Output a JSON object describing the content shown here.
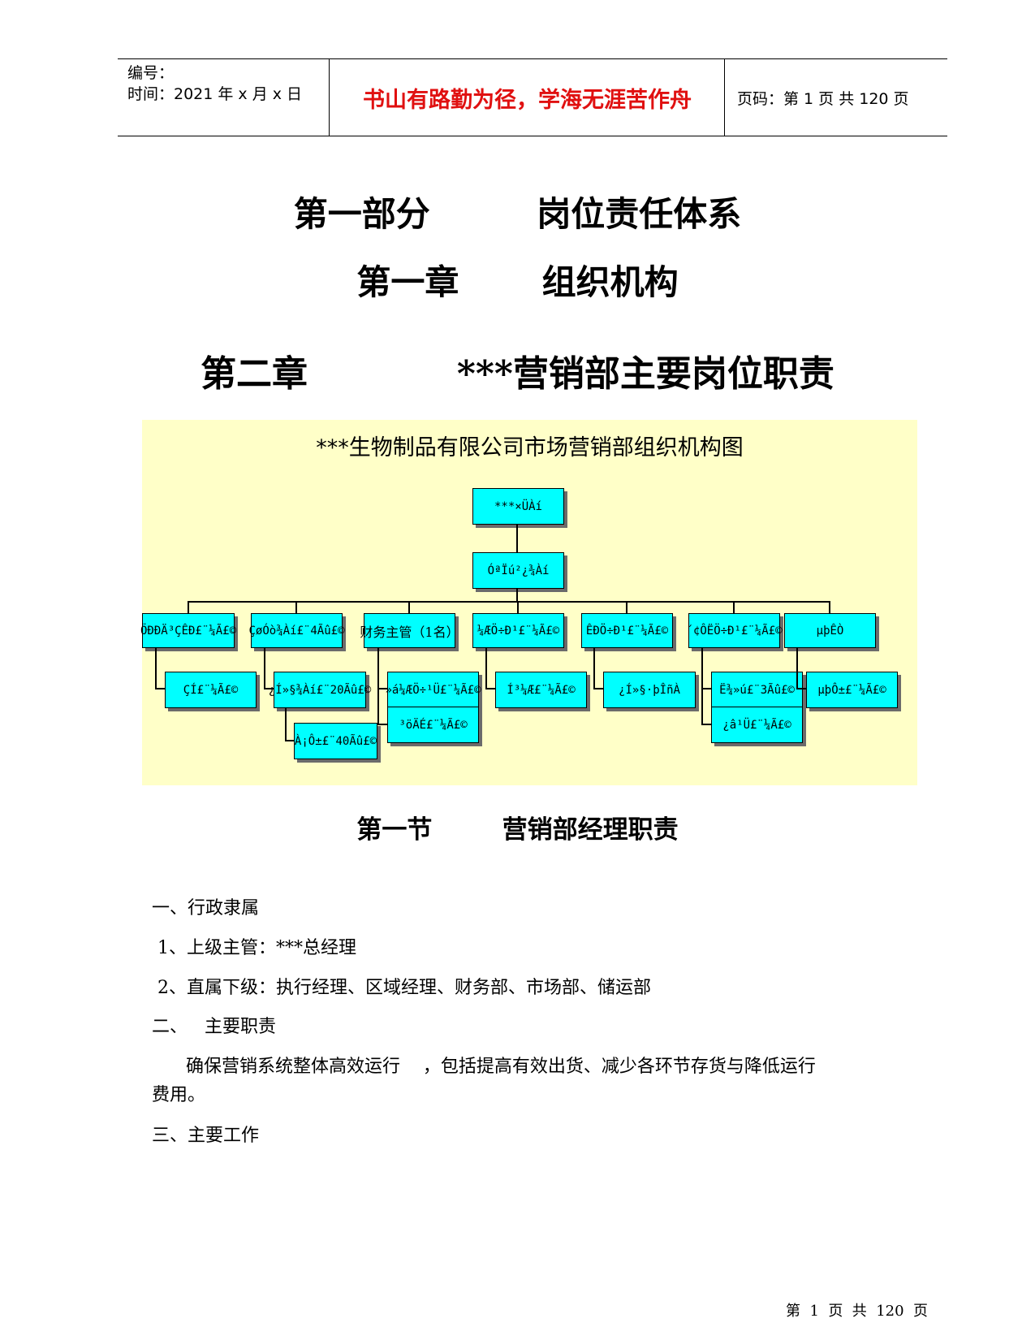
{
  "header": {
    "serial_label": "编号：",
    "time_label": "时间：2021 年 x 月 x 日",
    "motto": "书山有路勤为径，学海无涯苦作舟",
    "page_info": "页码：第 1 页  共 120 页"
  },
  "titles": {
    "part": "第一部分         岗位责任体系",
    "chapter1": "第一章       组织机构",
    "chapter2": "第二章            ***营销部主要岗位职责"
  },
  "org_chart": {
    "title": "***生物制品有限公司市场营销部组织机构图",
    "top_box": "***×ÜÀí",
    "second_box": "ÓªÏú²¿¾­Àí",
    "departments": [
      {
        "label": "ÖÐÐÄ³ÇÊÐ£¨¼Ã£©",
        "children": [
          "ÇÍ£¨¼Ã£©"
        ]
      },
      {
        "label": "ÇøÓò¾­Àí£¨4Ãû£©",
        "children": [
          "¿Í»§¾­Àí£¨20Ãû£©",
          "À¡Ô±£¨40Ãû£©"
        ]
      },
      {
        "label": "财务主管（1名）",
        "children": [
          "»á¼ÆÖ÷¹Ü£¨¼Ã£©",
          "³öÄÉ£¨¼Ã£©"
        ]
      },
      {
        "label": "¼ÆÖ÷Ð¹£¨¼Ã£©",
        "children": [
          "Í³¼Æ£¨¼Ã£©"
        ]
      },
      {
        "label": "ÊÐÖ÷Ð¹£¨¼Ã£©",
        "children": [
          "¿Í»§·þÎñÀ"
        ]
      },
      {
        "label": "´¢ÔËÖ÷Ð¹£¨¼Ã£©",
        "children": [
          "Ë¾»ú£¨3Ãû£©",
          "¿â¹Ü£¨¼Ã£©"
        ]
      },
      {
        "label": "µþÊÒ",
        "children": [
          "µþÔ±£¨¼Ã£©"
        ]
      }
    ]
  },
  "section": {
    "title": "第一节        营销部经理职责"
  },
  "body": {
    "h1": "一、行政隶属",
    "l1": " 1、上级主管：***总经理",
    "l2": " 2、直属下级：执行经理、区域经理、财务部、市场部、储运部",
    "h2": "二、   主要职责",
    "para_line1": "      确保营销系统整体高效运行    ，包括提高有效出货、减少各环节存货与降低运行",
    "para_line2": "费用。",
    "h3": "三、主要工作"
  },
  "footer": {
    "page": "第  1  页  共  120  页"
  }
}
